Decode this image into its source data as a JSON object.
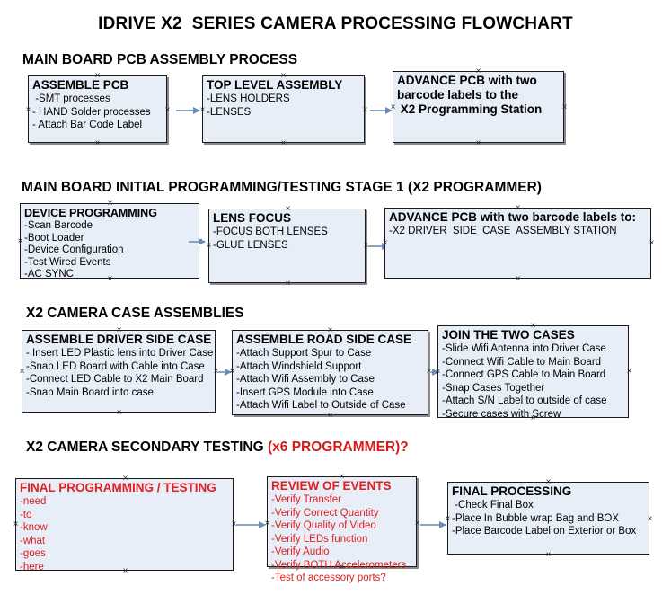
{
  "title": "IDRIVE X2  SERIES CAMERA PROCESSING FLOWCHART",
  "colors": {
    "box_fill": "#e7eef8",
    "box_border": "#1a1a1a",
    "connector": "#8aa4c0",
    "accent_red": "#e02020",
    "heading_red": "#d41b1b",
    "text": "#000000"
  },
  "sections": [
    {
      "heading": "MAIN BOARD PCB ASSEMBLY PROCESS",
      "heading_accent": "",
      "boxes": [
        {
          "title": "ASSEMBLE PCB",
          "lines": [
            " -SMT processes",
            "- HAND Solder processes",
            "- Attach Bar Code Label"
          ]
        },
        {
          "title": "TOP LEVEL ASSEMBLY",
          "lines": [
            "-LENS HOLDERS",
            "-LENSES"
          ]
        },
        {
          "title": "ADVANCE PCB with two",
          "lines": [
            "barcode labels to the",
            " X2 Programming Station"
          ]
        }
      ]
    },
    {
      "heading": "MAIN BOARD INITIAL PROGRAMMING/TESTING STAGE 1 (X2 PROGRAMMER)",
      "heading_accent": "",
      "boxes": [
        {
          "title": "DEVICE PROGRAMMING",
          "lines": [
            "-Scan Barcode",
            "-Boot Loader",
            "-Device Configuration",
            "-Test Wired Events",
            "-AC SYNC"
          ]
        },
        {
          "title": "LENS FOCUS",
          "lines": [
            "-FOCUS BOTH LENSES",
            "-GLUE LENSES"
          ]
        },
        {
          "title": "ADVANCE PCB with two barcode labels to:",
          "lines": [
            "-X2 DRIVER  SIDE  CASE  ASSEMBLY STATION"
          ]
        }
      ]
    },
    {
      "heading": "X2 CAMERA CASE ASSEMBLIES",
      "heading_accent": "",
      "boxes": [
        {
          "title": "ASSEMBLE DRIVER SIDE CASE",
          "lines": [
            "- Insert LED Plastic lens into Driver Case",
            "-Snap LED Board with Cable into Case",
            "-Connect LED Cable to X2 Main Board",
            "-Snap Main Board into case"
          ]
        },
        {
          "title": "ASSEMBLE ROAD SIDE CASE",
          "lines": [
            "-Attach Support Spur to Case",
            "-Attach Windshield Support",
            "-Attach Wifi Assembly to Case",
            "-Insert GPS Module into Case",
            "-Attach Wifi Label to Outside of Case"
          ]
        },
        {
          "title": "JOIN THE TWO CASES",
          "lines": [
            "-Slide Wifi Antenna into Driver Case",
            "-Connect Wifi Cable to Main Board",
            "-Connect GPS Cable to Main Board",
            "-Snap Cases Together",
            "-Attach S/N Label to outside of case",
            "-Secure cases with Screw"
          ]
        }
      ]
    },
    {
      "heading": "X2 CAMERA SECONDARY TESTING ",
      "heading_accent": "(x6 PROGRAMMER)?",
      "boxes": [
        {
          "title": "FINAL PROGRAMMING / TESTING",
          "lines": [
            "-need",
            "-to",
            "-know",
            "-what",
            "-goes",
            "-here"
          ]
        },
        {
          "title": "REVIEW OF EVENTS",
          "lines": [
            "-Verify Transfer",
            "-Verify Correct Quantity",
            "-Verify Quality of Video",
            "-Verify LEDs function",
            "-Verify Audio",
            "-Verify BOTH Accelerometers",
            "-Test of accessory ports?"
          ]
        },
        {
          "title": "FINAL PROCESSING",
          "lines": [
            " -Check Final Box",
            "-Place In Bubble wrap Bag and BOX",
            "-Place Barcode Label on Exterior or Box"
          ]
        }
      ]
    }
  ]
}
